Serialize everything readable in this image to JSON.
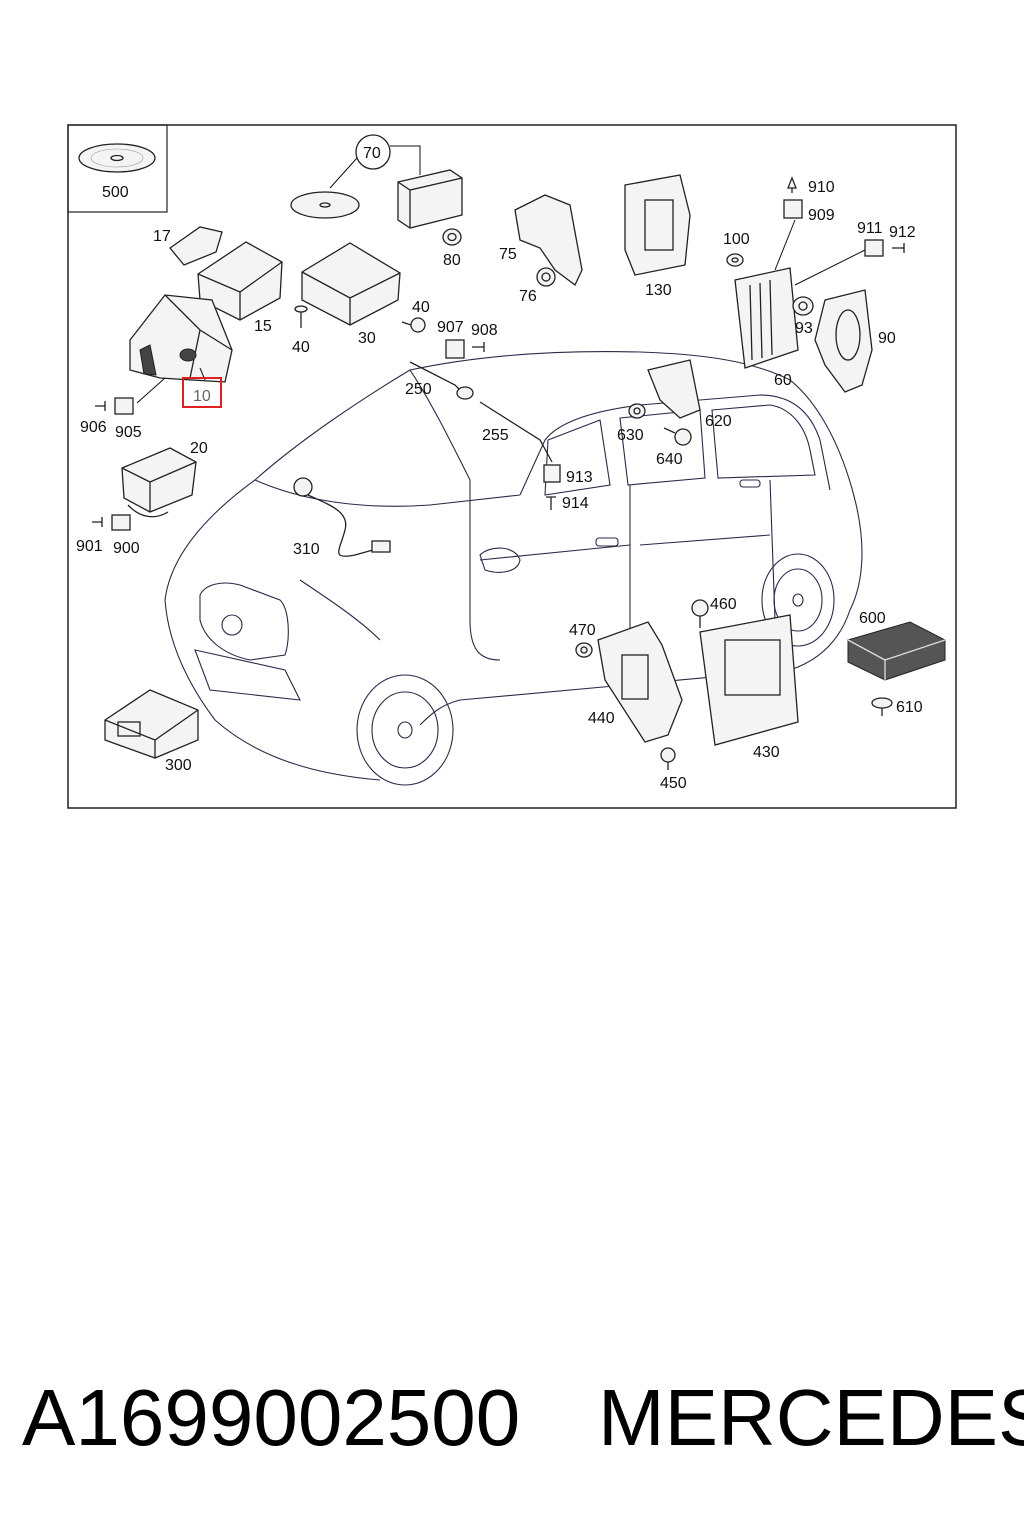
{
  "diagram": {
    "callouts": {
      "c500": "500",
      "c70": "70",
      "c80": "80",
      "c17": "17",
      "c15": "15",
      "c40a": "40",
      "c40b": "40",
      "c30": "30",
      "c10": "10",
      "c906": "906",
      "c905": "905",
      "c20": "20",
      "c901": "901",
      "c900": "900",
      "c907": "907",
      "c908": "908",
      "c250": "250",
      "c255": "255",
      "c310": "310",
      "c75": "75",
      "c76": "76",
      "c130": "130",
      "c100": "100",
      "c910": "910",
      "c909": "909",
      "c911": "911",
      "c912": "912",
      "c93": "93",
      "c90": "90",
      "c60": "60",
      "c620": "620",
      "c630": "630",
      "c640": "640",
      "c913": "913",
      "c914": "914",
      "c460": "460",
      "c470": "470",
      "c440": "440",
      "c430": "430",
      "c450": "450",
      "c600": "600",
      "c610": "610",
      "c300": "300"
    },
    "highlight": {
      "callout": "10",
      "color": "#e02020"
    }
  },
  "footer": {
    "part_number": "A1699002500",
    "brand": "MERCEDES"
  }
}
